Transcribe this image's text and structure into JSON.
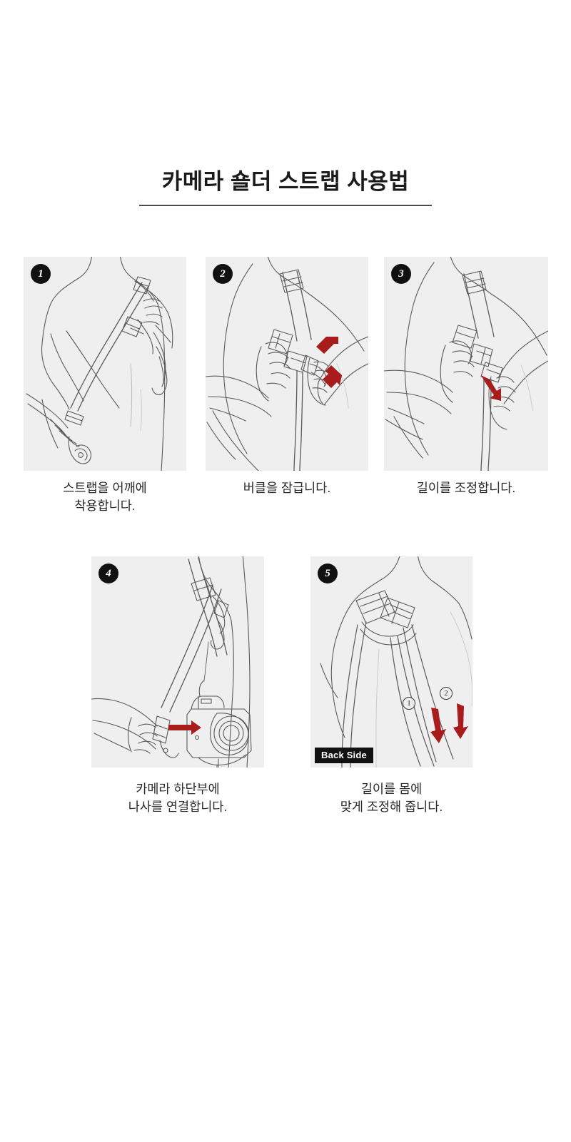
{
  "page": {
    "title": "카메라 숄더 스트랩 사용법",
    "background_color": "#ffffff",
    "panel_background_color": "#efefef",
    "line_color": "#555555",
    "arrow_color": "#a81c1c",
    "badge_color": "#111111"
  },
  "steps": [
    {
      "number": "1",
      "caption": "스트랩을 어깨에\n착용합니다.",
      "illustration": "person-wearing-strap-across-shoulder"
    },
    {
      "number": "2",
      "caption": "버클을 잠급니다.",
      "illustration": "two-hands-closing-buckle"
    },
    {
      "number": "3",
      "caption": "길이를 조정합니다.",
      "illustration": "hand-pulling-strap-to-adjust-length"
    },
    {
      "number": "4",
      "caption": "카메라 하단부에\n나사를 연결합니다.",
      "illustration": "hand-attaching-screw-to-camera-base"
    },
    {
      "number": "5",
      "caption": "길이를 몸에\n맞게 조정해 줍니다.",
      "illustration": "back-view-of-strap-with-two-adjustment-points",
      "tag": "Back Side",
      "markers": [
        "1",
        "2"
      ]
    }
  ]
}
